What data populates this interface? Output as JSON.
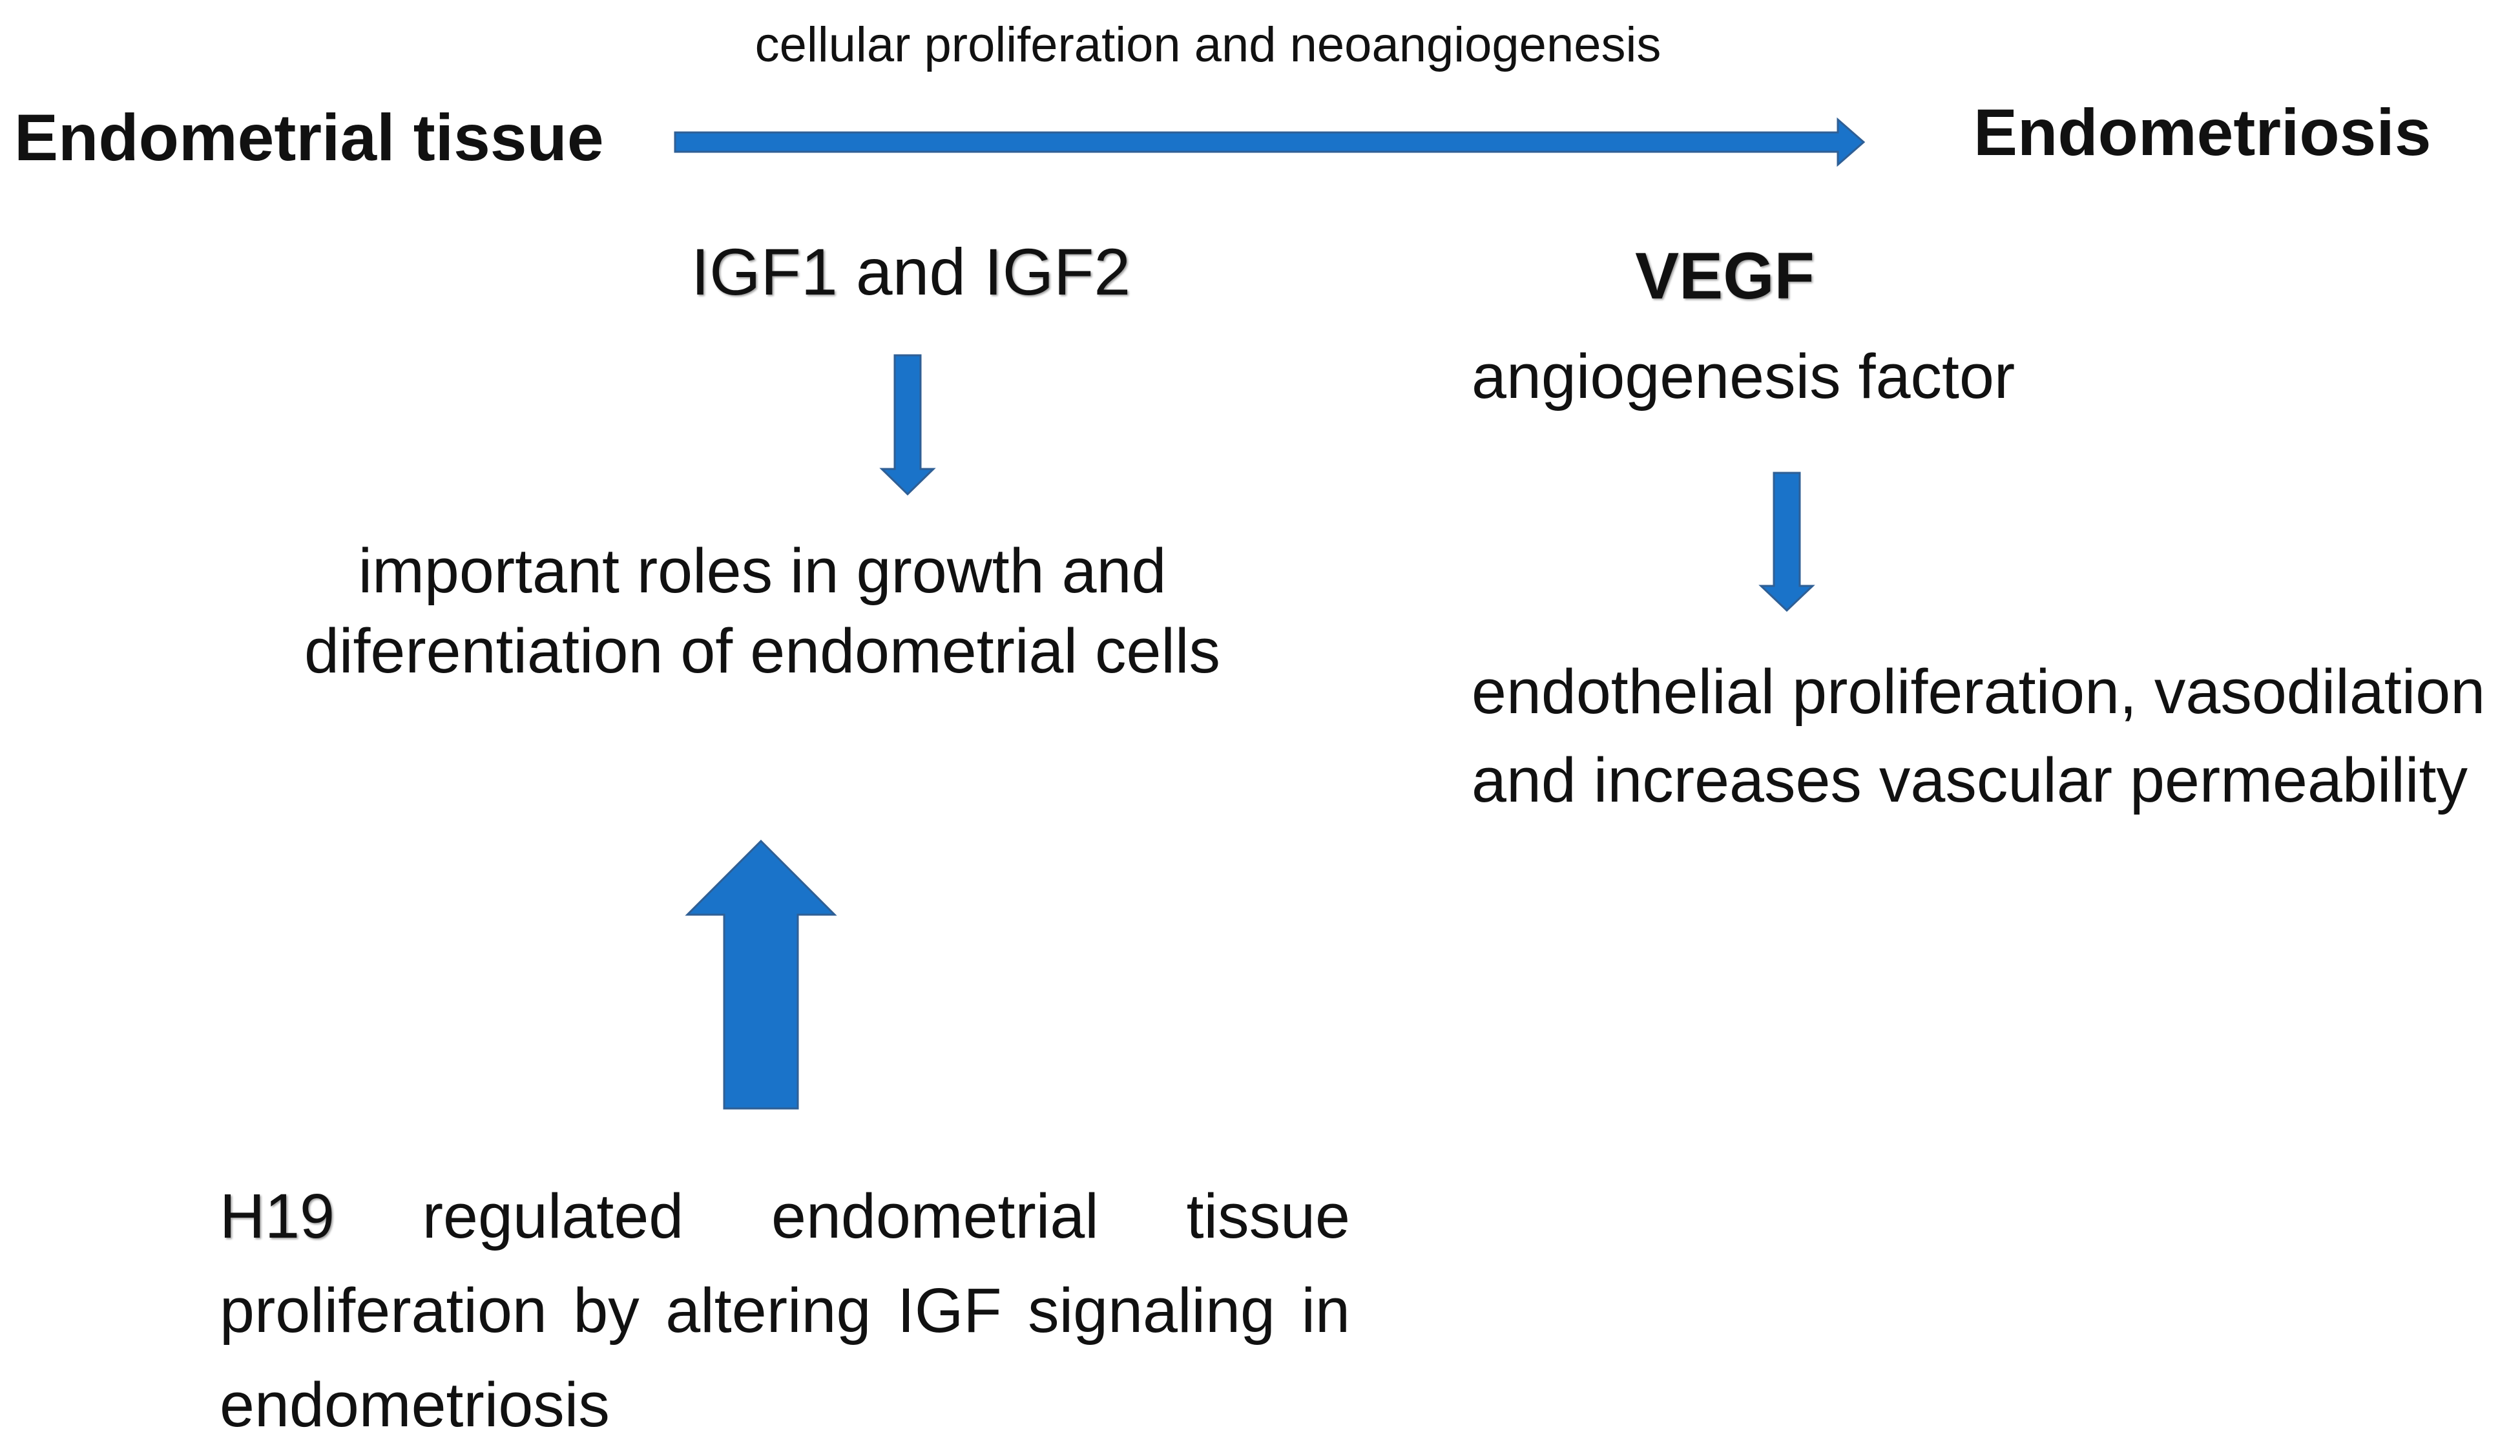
{
  "top_flow": {
    "label": "cellular proliferation and neoangiogenesis",
    "from": "Endometrial tissue",
    "to": "Endometriosis"
  },
  "igf": {
    "gene1": "IGF1",
    "connector": " and ",
    "gene2": "IGF2",
    "role": "important roles in growth and diferentiation of endometrial cells"
  },
  "vegf": {
    "name": "VEGF",
    "description": "angiogenesis factor",
    "effects": "endothelial proliferation, vasodilation and increases vascular permeability"
  },
  "h19": {
    "gene": "H19",
    "text": " regulated endometrial tissue proliferation by altering IGF signaling in endometriosis"
  },
  "colors": {
    "arrow_fill": "#1a73c9",
    "arrow_stroke": "#2f5f95",
    "text": "#111111"
  }
}
